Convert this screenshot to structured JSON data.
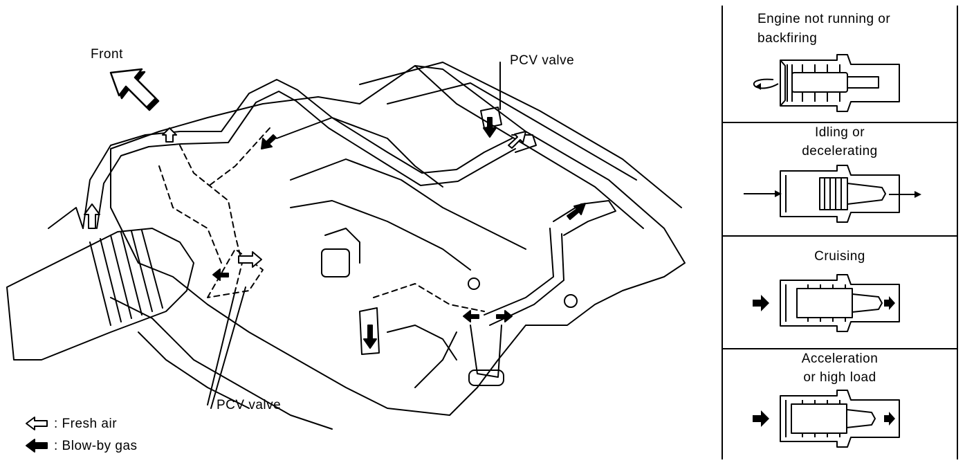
{
  "diagram": {
    "front_label": "Front",
    "pcv_valve_top_label": "PCV valve",
    "pcv_valve_bottom_label": "PCV valve",
    "legend": [
      {
        "icon": "hollow-arrow-icon",
        "text": ": Fresh air"
      },
      {
        "icon": "solid-arrow-icon",
        "text": ": Blow-by gas"
      }
    ]
  },
  "valve_states": [
    {
      "label_lines": [
        "Engine not running or",
        "backfiring"
      ]
    },
    {
      "label_lines": [
        "Idling or",
        "decelerating"
      ]
    },
    {
      "label_lines": [
        "Cruising"
      ]
    },
    {
      "label_lines": [
        "Acceleration",
        "or high load"
      ]
    }
  ]
}
